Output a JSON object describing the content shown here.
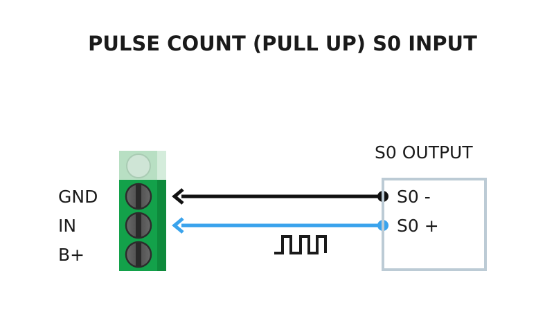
{
  "title": "PULSE COUNT (PULL UP) S0 INPUT",
  "terminal": {
    "labels": [
      "GND",
      "IN",
      "B+"
    ],
    "color_body": "#13a14a",
    "color_dark": "#0e8a3c",
    "color_faded": "#b8dfc3",
    "color_screw": "#5a5a5a"
  },
  "output_box": {
    "title": "S0 OUTPUT",
    "pins": [
      "S0 -",
      "S0 +"
    ],
    "border_color": "#bccbd5"
  },
  "wires": {
    "gnd_color": "#111111",
    "in_color": "#3aa3ec"
  },
  "pulse_icon": "square-wave-icon"
}
